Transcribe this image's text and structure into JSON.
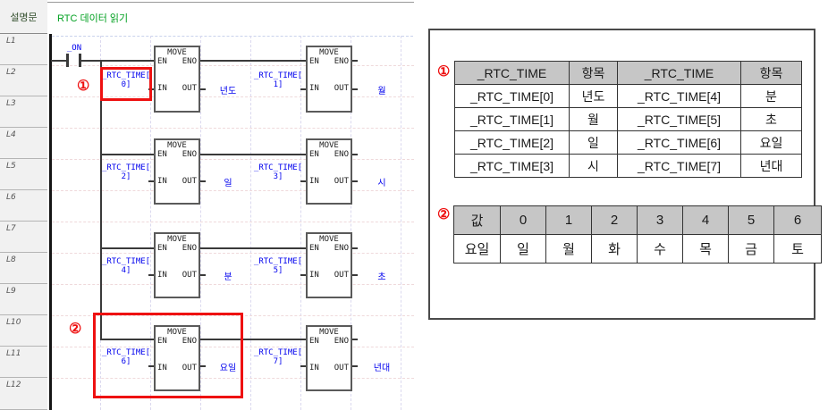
{
  "ladder": {
    "comment_label": "설명문",
    "comment_text": "RTC 데이터 읽기",
    "row_labels": [
      "L1",
      "L2",
      "L3",
      "L4",
      "L5",
      "L6",
      "L7",
      "L8",
      "L9",
      "L10",
      "L11",
      "L12"
    ],
    "contact_label": "_ON",
    "block": {
      "title": "MOVE",
      "en": "EN",
      "eno": "ENO",
      "in": "IN",
      "out": "OUT"
    },
    "rungs": [
      {
        "blocks": [
          {
            "in_line1": "_RTC_TIME[",
            "in_line2": "0]",
            "out": "년도"
          },
          {
            "in_line1": "_RTC_TIME[",
            "in_line2": "1]",
            "out": "월"
          }
        ]
      },
      {
        "blocks": [
          {
            "in_line1": "_RTC_TIME[",
            "in_line2": "2]",
            "out": "일"
          },
          {
            "in_line1": "_RTC_TIME[",
            "in_line2": "3]",
            "out": "시"
          }
        ]
      },
      {
        "blocks": [
          {
            "in_line1": "_RTC_TIME[",
            "in_line2": "4]",
            "out": "분"
          },
          {
            "in_line1": "_RTC_TIME[",
            "in_line2": "5]",
            "out": "초"
          }
        ]
      },
      {
        "blocks": [
          {
            "in_line1": "_RTC_TIME[",
            "in_line2": "6]",
            "out": "요일"
          },
          {
            "in_line1": "_RTC_TIME[",
            "in_line2": "7]",
            "out": "년대"
          }
        ]
      }
    ],
    "markers": {
      "m1": "①",
      "m2": "②"
    }
  },
  "panel": {
    "marker1": "①",
    "marker2": "②",
    "table1": {
      "headers": [
        "_RTC_TIME",
        "항목",
        "_RTC_TIME",
        "항목"
      ],
      "rows": [
        [
          "_RTC_TIME[0]",
          "년도",
          "_RTC_TIME[4]",
          "분"
        ],
        [
          "_RTC_TIME[1]",
          "월",
          "_RTC_TIME[5]",
          "초"
        ],
        [
          "_RTC_TIME[2]",
          "일",
          "_RTC_TIME[6]",
          "요일"
        ],
        [
          "_RTC_TIME[3]",
          "시",
          "_RTC_TIME[7]",
          "년대"
        ]
      ]
    },
    "table2": {
      "headers": [
        "값",
        "0",
        "1",
        "2",
        "3",
        "4",
        "5",
        "6"
      ],
      "row": [
        "요일",
        "일",
        "월",
        "화",
        "수",
        "목",
        "금",
        "토"
      ]
    }
  },
  "colors": {
    "variable_blue": "#0000EE",
    "comment_green": "#00A020",
    "annotation_red": "#EE1111",
    "table_header_gray": "#C6C6C6"
  }
}
